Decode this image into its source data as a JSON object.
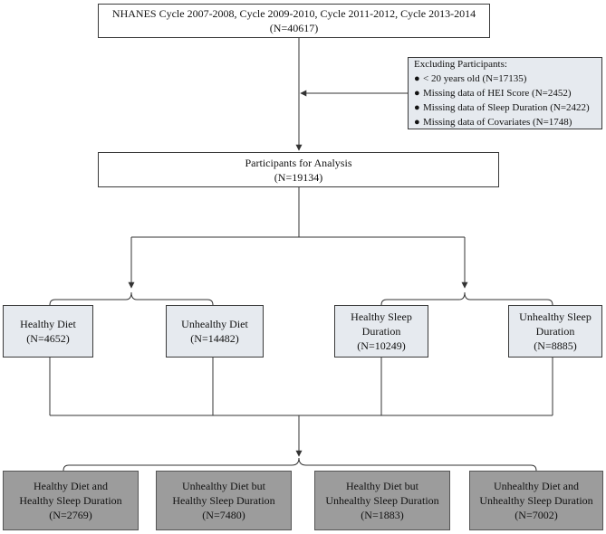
{
  "cycles": {
    "line1": "NHANES Cycle 2007-2008, Cycle 2009-2010, Cycle 2011-2012, Cycle 2013-2014",
    "line2": "(N=40617)"
  },
  "excluding": {
    "title": "Excluding Participants:",
    "bullet": "●",
    "items": [
      "< 20 years old (N=17135)",
      "Missing data of  HEI Score (N=2452)",
      "Missing data of  Sleep Duration (N=2422)",
      "Missing data of  Covariates (N=1748)"
    ]
  },
  "analysis": {
    "line1": "Participants for Analysis",
    "line2": "(N=19134)"
  },
  "groups": {
    "healthy_diet": {
      "line1": "Healthy Diet",
      "line2": "(N=4652)"
    },
    "unhealthy_diet": {
      "line1": "Unhealthy Diet",
      "line2": "(N=14482)"
    },
    "healthy_sleep": {
      "line1": "Healthy Sleep",
      "line2": "Duration",
      "line3": "(N=10249)"
    },
    "unhealthy_sleep": {
      "line1": "Unhealthy Sleep",
      "line2": "Duration",
      "line3": "(N=8885)"
    }
  },
  "outcomes": [
    {
      "line1": "Healthy Diet and",
      "line2": "Healthy Sleep Duration",
      "line3": "(N=2769)"
    },
    {
      "line1": "Unhealthy Diet but",
      "line2": "Healthy Sleep Duration",
      "line3": "(N=7480)"
    },
    {
      "line1": "Healthy Diet but",
      "line2": "Unhealthy Sleep Duration",
      "line3": "(N=1883)"
    },
    {
      "line1": "Unhealthy Diet and",
      "line2": "Unhealthy Sleep Duration",
      "line3": "(N=7002)"
    }
  ],
  "colors": {
    "box_white": "#ffffff",
    "box_light": "#e6eaef",
    "box_dark": "#9c9c9c",
    "line": "#333333"
  }
}
